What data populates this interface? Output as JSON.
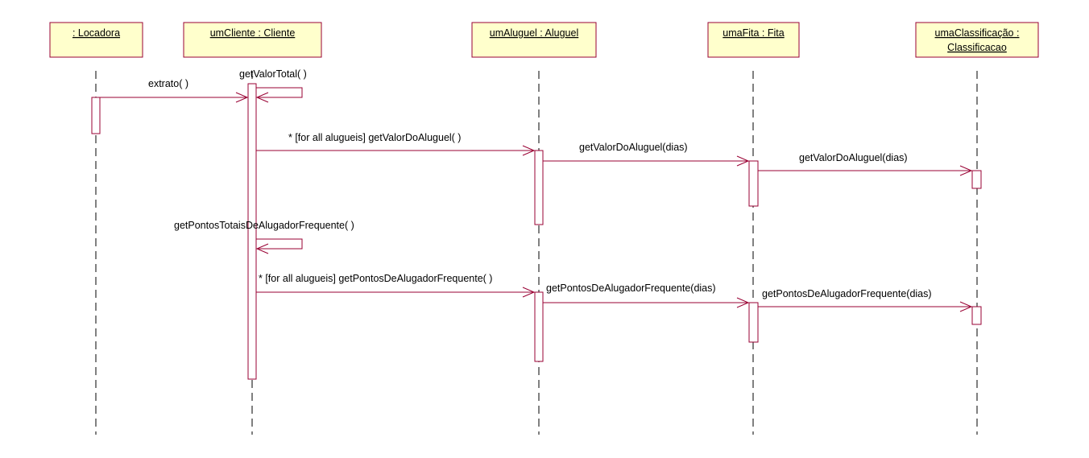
{
  "objects": [
    {
      "id": "locadora",
      "lines": [
        ": Locadora"
      ]
    },
    {
      "id": "umcliente",
      "lines": [
        "umCliente : Cliente"
      ]
    },
    {
      "id": "umaluguel",
      "lines": [
        "umAluguel : Aluguel"
      ]
    },
    {
      "id": "umafita",
      "lines": [
        "umaFita : Fita"
      ]
    },
    {
      "id": "umaclassificacao",
      "lines": [
        "umaClassificação :",
        "Classificacao"
      ]
    }
  ],
  "messages": [
    {
      "id": "extrato",
      "label": "extrato( )"
    },
    {
      "id": "getvalortotal",
      "label": "getValorTotal( )"
    },
    {
      "id": "getvalordoaluguel-cliente",
      "label": "* [for all alugueis] getValorDoAluguel( )"
    },
    {
      "id": "getvalordoaluguel-aluguel",
      "label": "getValorDoAluguel(dias)"
    },
    {
      "id": "getvalordoaluguel-fita",
      "label": "getValorDoAluguel(dias)"
    },
    {
      "id": "getpontostotais",
      "label": "getPontosTotaisDeAlugadorFrequente( )"
    },
    {
      "id": "getpontos-cliente",
      "label": "* [for all alugueis] getPontosDeAlugadorFrequente( )"
    },
    {
      "id": "getpontos-aluguel",
      "label": "getPontosDeAlugadorFrequente(dias)"
    },
    {
      "id": "getpontos-fita",
      "label": "getPontosDeAlugadorFrequente(dias)"
    }
  ],
  "colors": {
    "object_fill": "#ffffcc",
    "object_border": "#990033",
    "lifeline": "#000000",
    "activation_border": "#990033",
    "message": "#990033"
  }
}
